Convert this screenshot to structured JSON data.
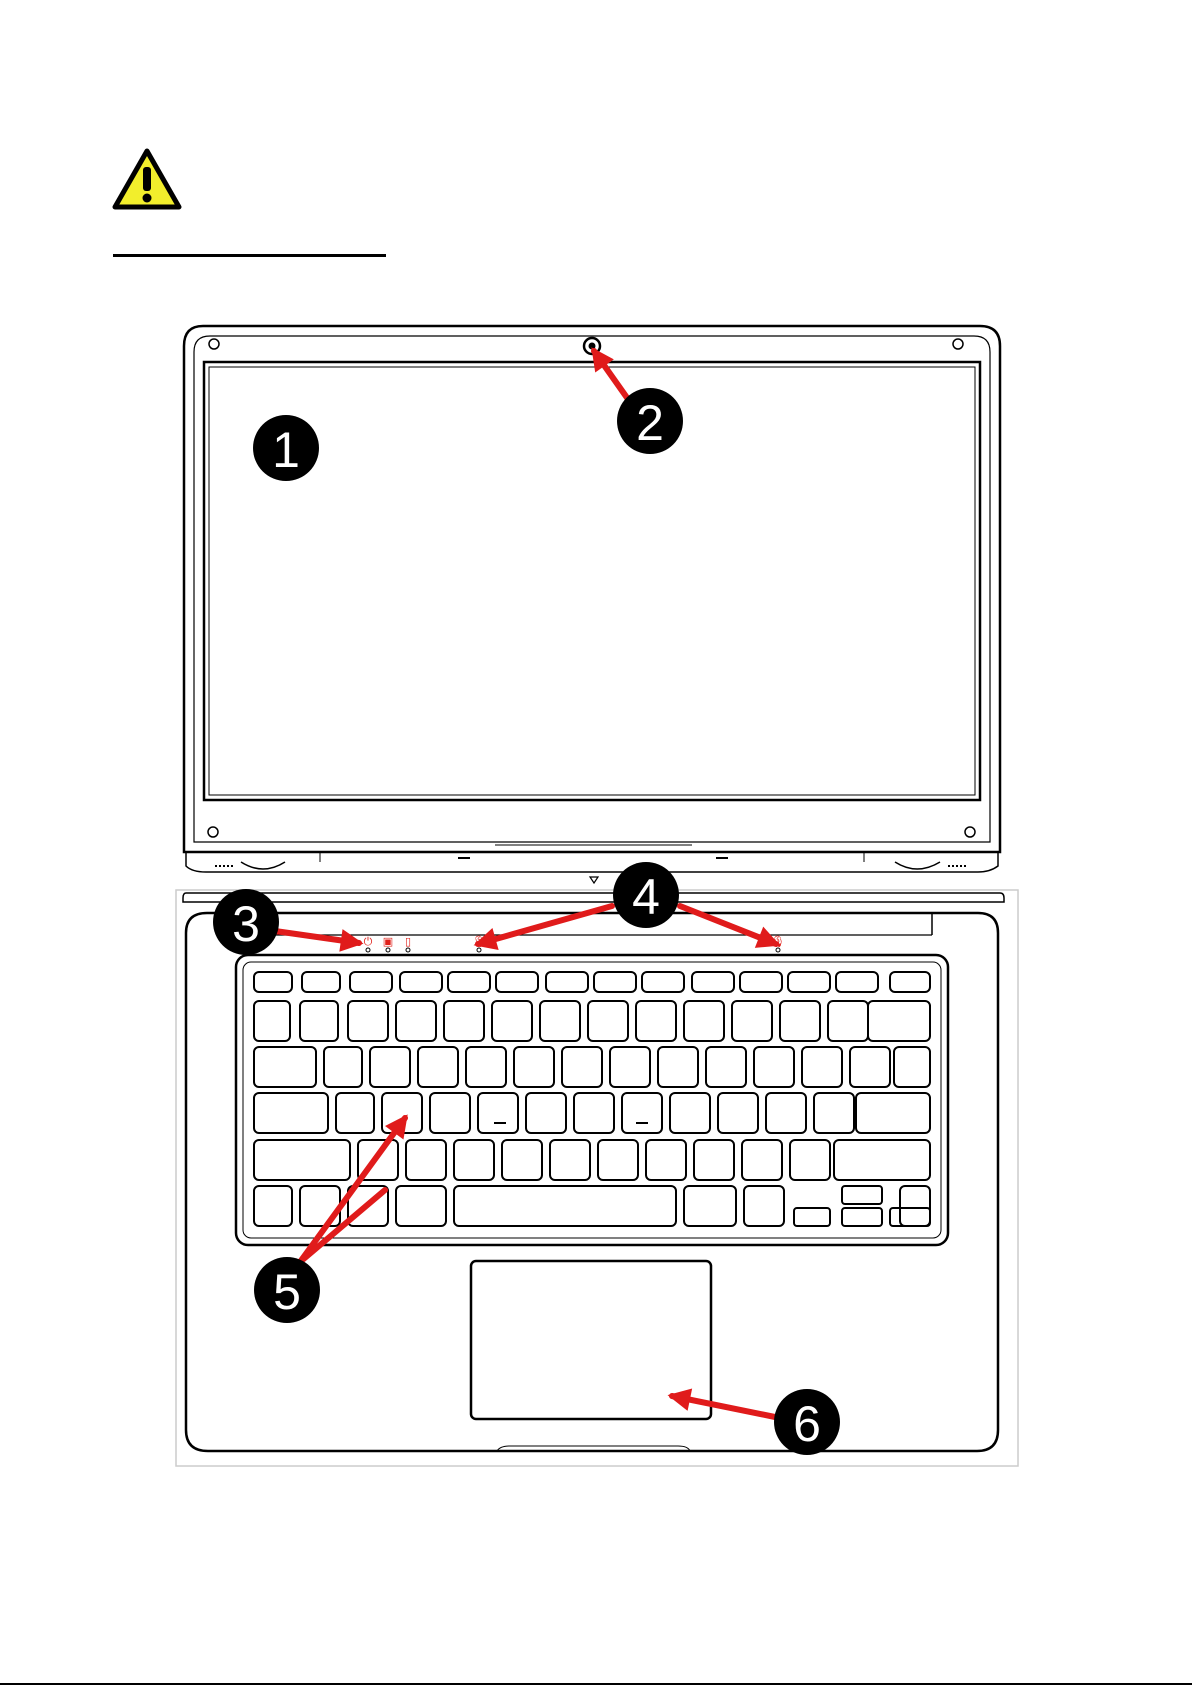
{
  "warning_icon": "warning-triangle-icon",
  "colors": {
    "warning_fill": "#f2ee2c",
    "arrow": "#e01b1b",
    "callout": "#000000",
    "indicator": "#e0201a"
  },
  "callouts": [
    {
      "id": "screen",
      "label": "1"
    },
    {
      "id": "webcam",
      "label": "2"
    },
    {
      "id": "status-indicators",
      "label": "3"
    },
    {
      "id": "microphones",
      "label": "4"
    },
    {
      "id": "keyboard",
      "label": "5"
    },
    {
      "id": "touchpad",
      "label": "6"
    }
  ],
  "indicator_icons": [
    "power-indicator-icon",
    "caps-lock-indicator-icon",
    "battery-indicator-icon"
  ],
  "microphone_icons": [
    "microphone-left-icon",
    "microphone-right-icon"
  ]
}
